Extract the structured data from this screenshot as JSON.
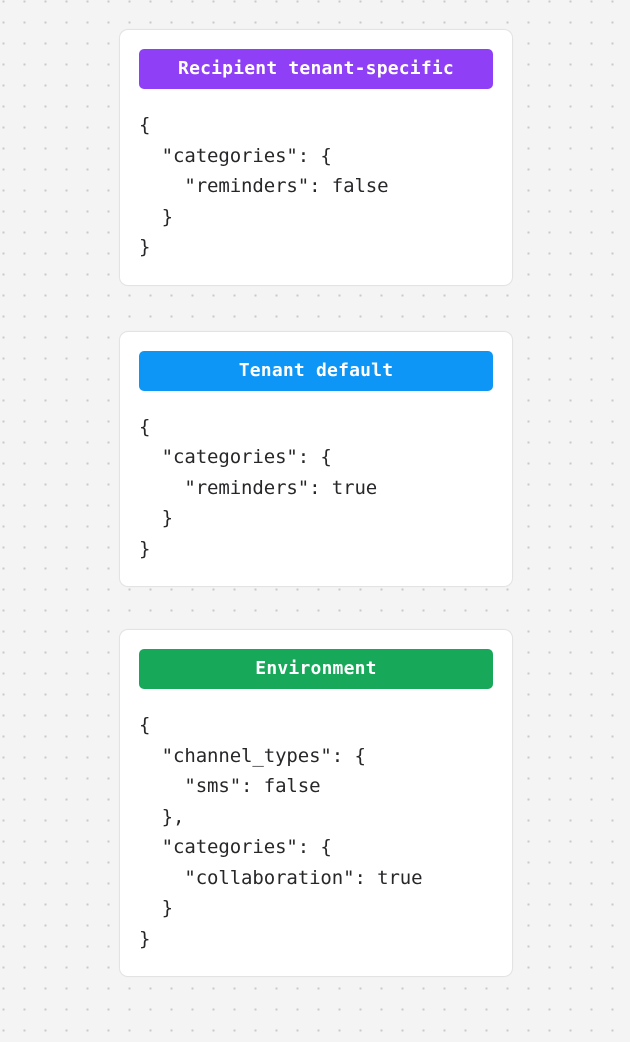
{
  "background": {
    "color": "#f4f4f4",
    "dot_color": "#c9c9c9",
    "pattern": "dot-grid"
  },
  "cards": [
    {
      "badge_label": "Recipient tenant-specific",
      "badge_color": "#8f3ff5",
      "json_text": "{\n  \"categories\": {\n    \"reminders\": false\n  }\n}"
    },
    {
      "badge_label": "Tenant default",
      "badge_color": "#0d96f5",
      "json_text": "{\n  \"categories\": {\n    \"reminders\": true\n  }\n}"
    },
    {
      "badge_label": "Environment",
      "badge_color": "#17a85a",
      "json_text": "{\n  \"channel_types\": {\n    \"sms\": false\n  },\n  \"categories\": {\n    \"collaboration\": true\n  }\n}"
    }
  ]
}
